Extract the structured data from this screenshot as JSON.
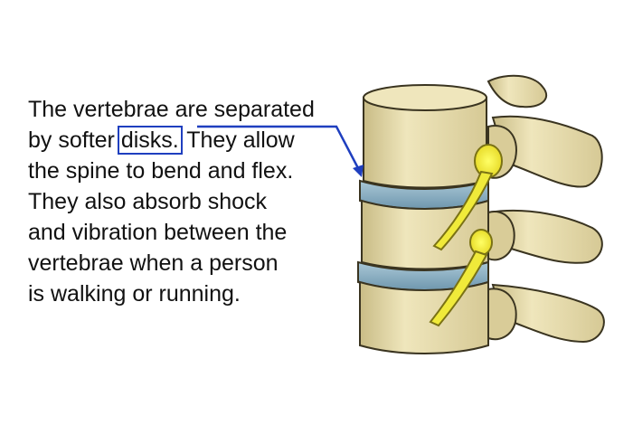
{
  "caption": {
    "lines": [
      "The vertebrae are separated",
      "by softer",
      "disks.",
      "They allow",
      "the spine to bend and flex.",
      "They also absorb shock",
      "and vibration between the",
      "vertebrae when a person",
      "is walking or running."
    ]
  },
  "colors": {
    "highlight_box": "#1f3fbf",
    "arrow": "#1f3fbf",
    "bone": "#e6dcae",
    "bone_shadow": "#b3a570",
    "disk": "#8eb3c8",
    "nerve": "#f0ea3a"
  },
  "icons": {
    "illustration": "vertebrae-spine-illustration"
  }
}
